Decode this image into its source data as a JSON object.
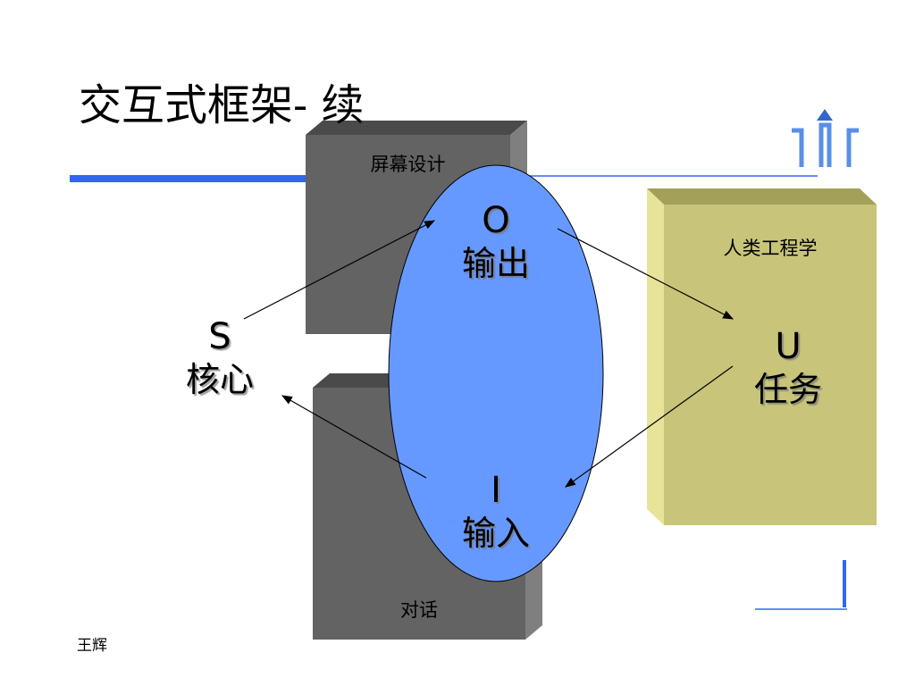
{
  "slide": {
    "title": "交互式框架- 续",
    "author": "王辉"
  },
  "boxes": {
    "screen_design": "屏幕设计",
    "dialog": "对话",
    "ergonomics": "人类工程学"
  },
  "nodes": {
    "s": {
      "letter": "S",
      "word": "核心"
    },
    "o": {
      "letter": "O",
      "word": "输出"
    },
    "i": {
      "letter": "I",
      "word": "输入"
    },
    "u": {
      "letter": "U",
      "word": "任务"
    }
  },
  "colors": {
    "accent_blue": "#3366ee",
    "ellipse_fill": "#6699ff",
    "dark_box": "#666666",
    "olive_box": "#c8c47a"
  },
  "icons": [
    "up-arrow-icon",
    "corner-bracket-icon"
  ]
}
